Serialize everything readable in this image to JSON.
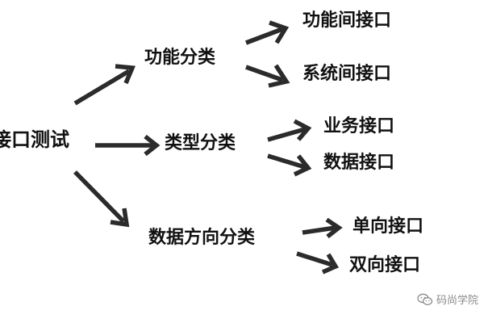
{
  "diagram": {
    "root": "接口测试",
    "categories": [
      {
        "label": "功能分类",
        "children": [
          "功能间接口",
          "系统间接口"
        ]
      },
      {
        "label": "类型分类",
        "children": [
          "业务接口",
          "数据接口"
        ]
      },
      {
        "label": "数据方向分类",
        "children": [
          "单向接口",
          "双向接口"
        ]
      }
    ]
  },
  "watermark": {
    "icon": "wechat-icon",
    "text": "码尚学院"
  },
  "colors": {
    "text": "#111111",
    "arrow": "#2b2b2b",
    "watermark": "#8a8a8a",
    "background": "#ffffff"
  }
}
